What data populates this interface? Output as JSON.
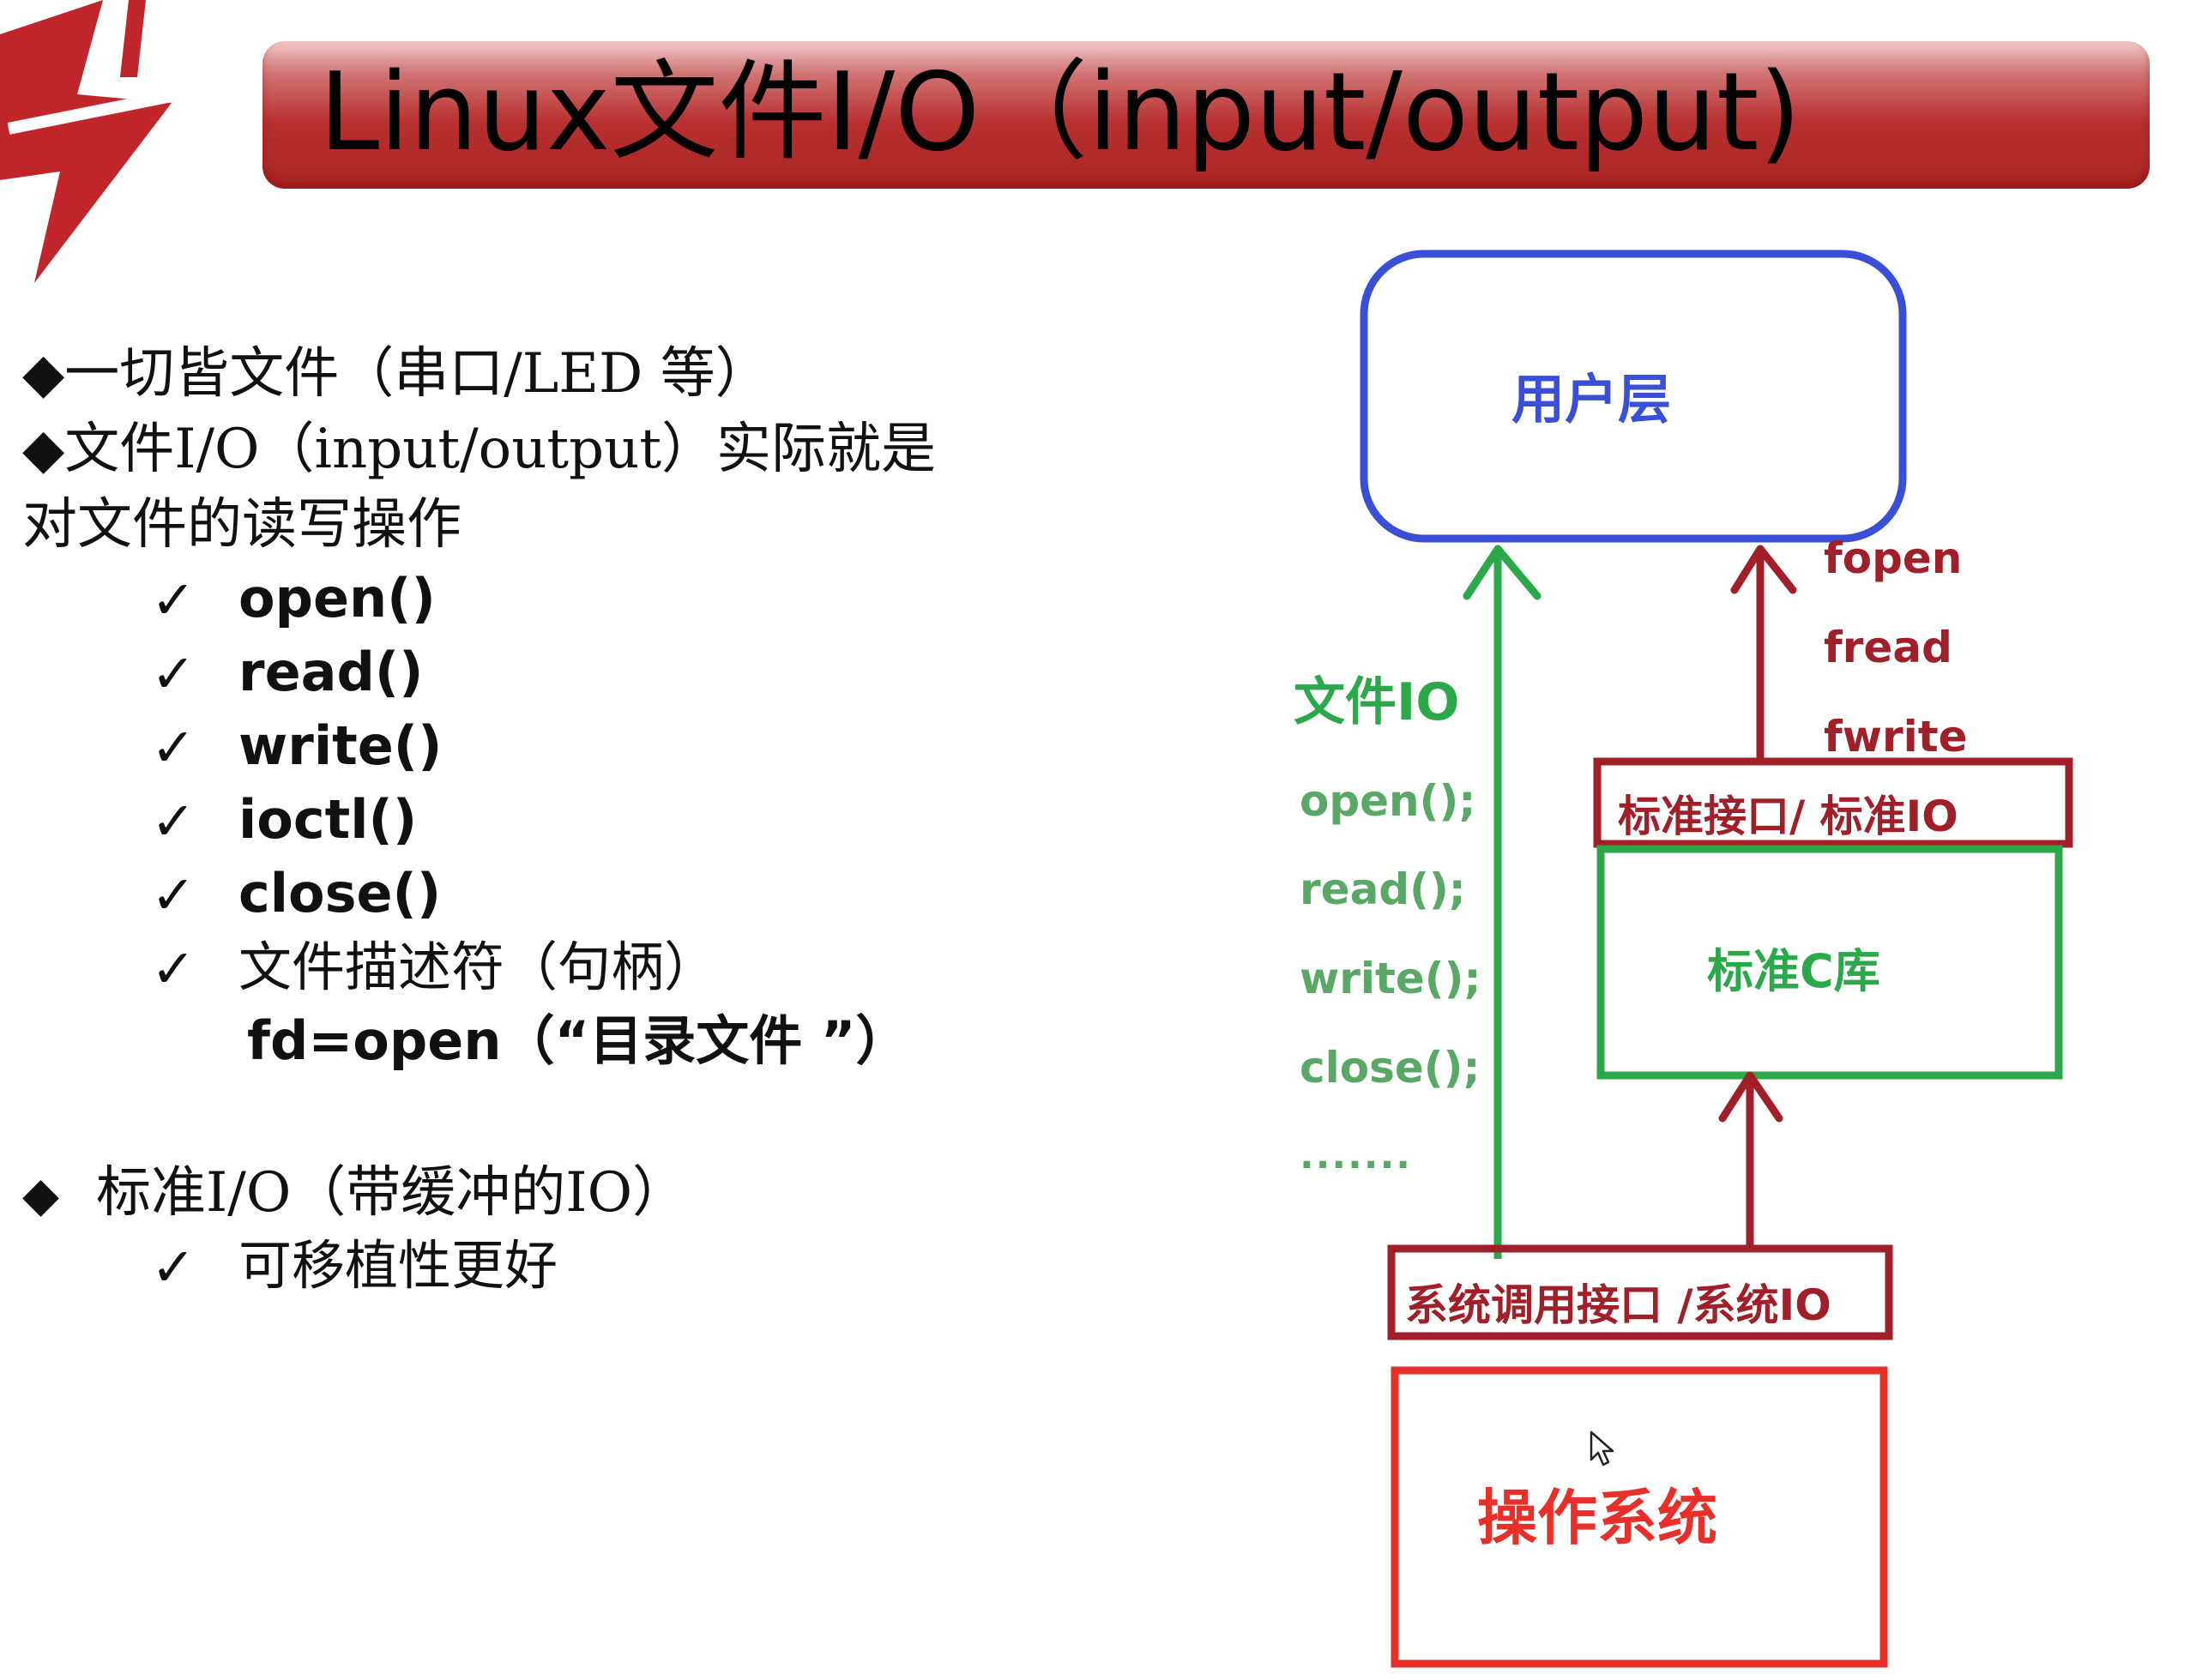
{
  "title": "Linux文件I/O（input/output)",
  "left_panel": {
    "bullet1": "◆一切皆文件（串口/LED 等）",
    "bullet2_line1": "◆文件I/O（input/output）实际就是",
    "bullet2_line2": "对文件的读写操作",
    "check_items": [
      "open()",
      "read()",
      "write()",
      "ioctl()",
      "close()"
    ],
    "fd_label": "文件描述符（句柄）",
    "fd_example": "fd=open（“目录文件 ”）",
    "bullet3": "标准I/O（带缓冲的IO）",
    "bullet3_check": "可移植性更好",
    "diamond": "◆",
    "check": "✓"
  },
  "diagram": {
    "user_layer": "用户层",
    "file_io_label": "文件IO",
    "file_io_funcs": [
      "open();",
      "read();",
      "write();",
      "close();",
      "......."
    ],
    "std_funcs": [
      "fopen",
      "fread",
      "fwrite"
    ],
    "std_interface": "标准接口/  标准IO",
    "std_c_lib": "标准C库",
    "syscall_interface": "系统调用接口 /系统IO",
    "os": "操作系统",
    "colors": {
      "user_layer": "#3a4fd8",
      "file_io": "#2aa84a",
      "std": "#a01f28",
      "os": "#e8302a",
      "title_bar": "#b83030"
    }
  }
}
